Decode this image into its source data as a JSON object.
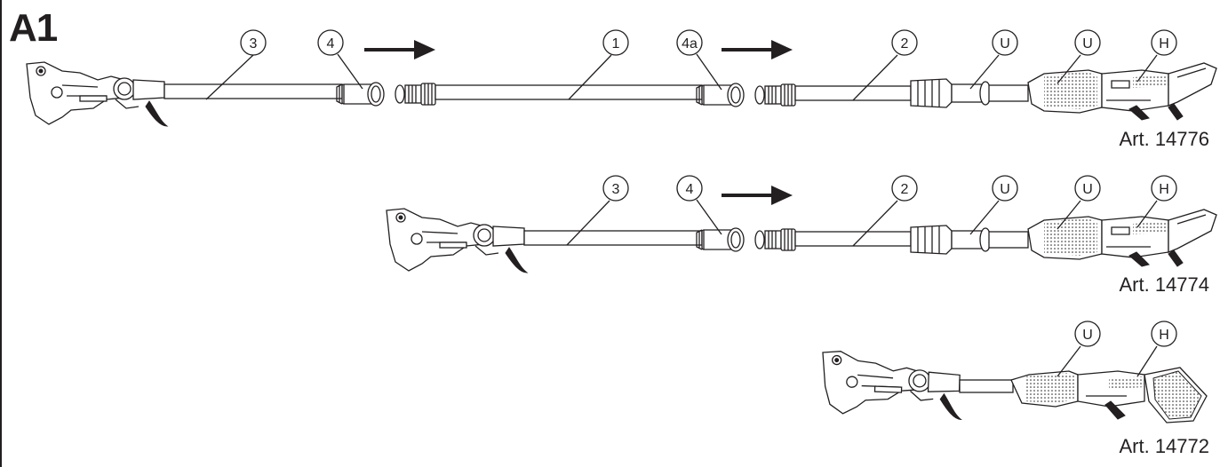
{
  "figure_label": "A1",
  "row1": {
    "article": "Art. 14776",
    "callouts": [
      "3",
      "4",
      "1",
      "4a",
      "2",
      "U",
      "U",
      "H"
    ]
  },
  "row2": {
    "article": "Art. 14774",
    "callouts": [
      "3",
      "4",
      "2",
      "U",
      "U",
      "H"
    ]
  },
  "row3": {
    "article": "Art. 14772",
    "callouts": [
      "U",
      "H"
    ]
  },
  "colors": {
    "ink": "#231f20",
    "background": "#ffffff"
  },
  "icons": {
    "assembly_arrow": "arrow-right-icon"
  }
}
